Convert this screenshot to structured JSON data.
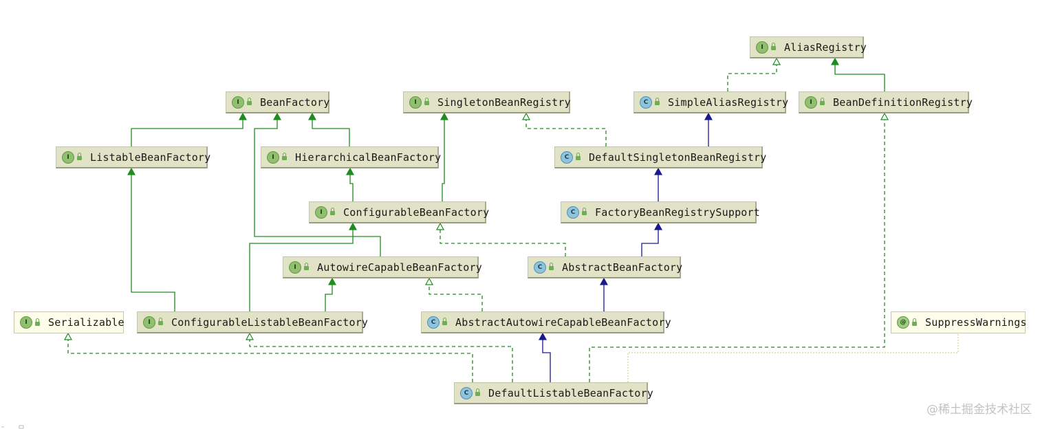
{
  "nodes": [
    {
      "id": "alias-registry",
      "kind": "interface",
      "badge": "I",
      "label": "AliasRegistry"
    },
    {
      "id": "bean-factory",
      "kind": "interface",
      "badge": "I",
      "label": "BeanFactory"
    },
    {
      "id": "singleton-bean-registry",
      "kind": "interface",
      "badge": "I",
      "label": "SingletonBeanRegistry"
    },
    {
      "id": "simple-alias-registry",
      "kind": "class",
      "badge": "C",
      "label": "SimpleAliasRegistry"
    },
    {
      "id": "bean-definition-registry",
      "kind": "interface",
      "badge": "I",
      "label": "BeanDefinitionRegistry"
    },
    {
      "id": "listable-bean-factory",
      "kind": "interface",
      "badge": "I",
      "label": "ListableBeanFactory"
    },
    {
      "id": "hierarchical-bean-factory",
      "kind": "interface",
      "badge": "I",
      "label": "HierarchicalBeanFactory"
    },
    {
      "id": "default-singleton-bean-registry",
      "kind": "class",
      "badge": "C",
      "label": "DefaultSingletonBeanRegistry"
    },
    {
      "id": "configurable-bean-factory",
      "kind": "interface",
      "badge": "I",
      "label": "ConfigurableBeanFactory"
    },
    {
      "id": "factory-bean-registry-support",
      "kind": "class",
      "badge": "C",
      "label": "FactoryBeanRegistrySupport"
    },
    {
      "id": "autowire-capable-bean-factory",
      "kind": "interface",
      "badge": "I",
      "label": "AutowireCapableBeanFactory"
    },
    {
      "id": "abstract-bean-factory",
      "kind": "class",
      "badge": "C",
      "label": "AbstractBeanFactory"
    },
    {
      "id": "serializable",
      "kind": "interface",
      "badge": "I",
      "label": "Serializable"
    },
    {
      "id": "configurable-listable-bean-factory",
      "kind": "interface",
      "badge": "I",
      "label": "ConfigurableListableBeanFactory"
    },
    {
      "id": "abstract-autowire-capable-bean-factory",
      "kind": "class",
      "badge": "C",
      "label": "AbstractAutowireCapableBeanFactory"
    },
    {
      "id": "suppress-warnings",
      "kind": "annotation",
      "badge": "@",
      "label": "SuppressWarnings"
    },
    {
      "id": "default-listable-bean-factory",
      "kind": "class",
      "badge": "C",
      "label": "DefaultListableBeanFactory"
    }
  ],
  "edges": [
    {
      "from": "simple-alias-registry",
      "to": "alias-registry",
      "type": "implements"
    },
    {
      "from": "bean-definition-registry",
      "to": "alias-registry",
      "type": "extends-interface"
    },
    {
      "from": "listable-bean-factory",
      "to": "bean-factory",
      "type": "extends-interface"
    },
    {
      "from": "hierarchical-bean-factory",
      "to": "bean-factory",
      "type": "extends-interface"
    },
    {
      "from": "autowire-capable-bean-factory",
      "to": "bean-factory",
      "type": "extends-interface"
    },
    {
      "from": "default-singleton-bean-registry",
      "to": "simple-alias-registry",
      "type": "extends-class"
    },
    {
      "from": "default-singleton-bean-registry",
      "to": "singleton-bean-registry",
      "type": "implements"
    },
    {
      "from": "configurable-bean-factory",
      "to": "hierarchical-bean-factory",
      "type": "extends-interface"
    },
    {
      "from": "configurable-bean-factory",
      "to": "singleton-bean-registry",
      "type": "extends-interface"
    },
    {
      "from": "factory-bean-registry-support",
      "to": "default-singleton-bean-registry",
      "type": "extends-class"
    },
    {
      "from": "abstract-bean-factory",
      "to": "factory-bean-registry-support",
      "type": "extends-class"
    },
    {
      "from": "abstract-bean-factory",
      "to": "configurable-bean-factory",
      "type": "implements"
    },
    {
      "from": "configurable-listable-bean-factory",
      "to": "listable-bean-factory",
      "type": "extends-interface"
    },
    {
      "from": "configurable-listable-bean-factory",
      "to": "configurable-bean-factory",
      "type": "extends-interface"
    },
    {
      "from": "configurable-listable-bean-factory",
      "to": "autowire-capable-bean-factory",
      "type": "extends-interface"
    },
    {
      "from": "abstract-autowire-capable-bean-factory",
      "to": "abstract-bean-factory",
      "type": "extends-class"
    },
    {
      "from": "abstract-autowire-capable-bean-factory",
      "to": "autowire-capable-bean-factory",
      "type": "implements"
    },
    {
      "from": "default-listable-bean-factory",
      "to": "abstract-autowire-capable-bean-factory",
      "type": "extends-class"
    },
    {
      "from": "default-listable-bean-factory",
      "to": "configurable-listable-bean-factory",
      "type": "implements"
    },
    {
      "from": "default-listable-bean-factory",
      "to": "bean-definition-registry",
      "type": "implements"
    },
    {
      "from": "default-listable-bean-factory",
      "to": "serializable",
      "type": "implements"
    },
    {
      "from": "default-listable-bean-factory",
      "to": "suppress-warnings",
      "type": "annotated-with"
    }
  ],
  "colors": {
    "interface_edge": "#1e8c1e",
    "class_edge": "#1a1a8c",
    "annotation_edge": "#c8c48a",
    "node_fill": "#e2e2c7",
    "watermark": "#c2c2c2"
  },
  "watermark": "@稀土掘金技术社区"
}
